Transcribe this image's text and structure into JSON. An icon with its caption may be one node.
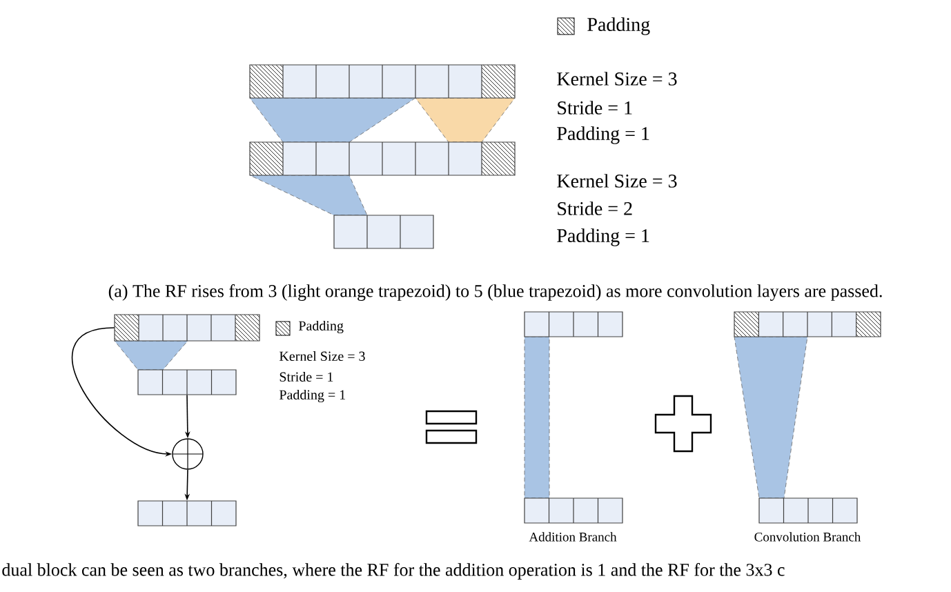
{
  "diagram": {
    "nodes": [
      {
        "text": [],
        "shape": "box"
      },
      {
        "text": [],
        "shape": "box"
      },
      {
        "text": [],
        "shape": "circle"
      },
      {
        "text": [],
        "shape": "box"
      }
    ],
    "edges": [
      {
        "from": 0,
        "to": 2,
        "arrow": "to"
      },
      {
        "from": 1,
        "to": 2,
        "arrow": "to"
      },
      {
        "from": 2,
        "to": 3,
        "arrow": "to"
      }
    ],
    "labels": [
      "Kernel Size = 3",
      "Stride = 1",
      "Padding = 1",
      "Kernel Size = 3",
      "Stride = 2",
      "Padding = 1",
      "(a) The RF rises from 3 (light orange trapezoid) to 5 (blue trapezoid) as more convolution layers are passed.",
      "Kernel Size = 3",
      "Stride = 1",
      "Padding = 1",
      "Addition Branch",
      "Convolution Branch",
      "dual block can be seen as two branches, where the RF for the addition operation is 1 and the RF for the 3x3 c"
    ],
    "legend": [
      {
        "text": "Padding"
      },
      {
        "text": "Padding"
      }
    ]
  }
}
